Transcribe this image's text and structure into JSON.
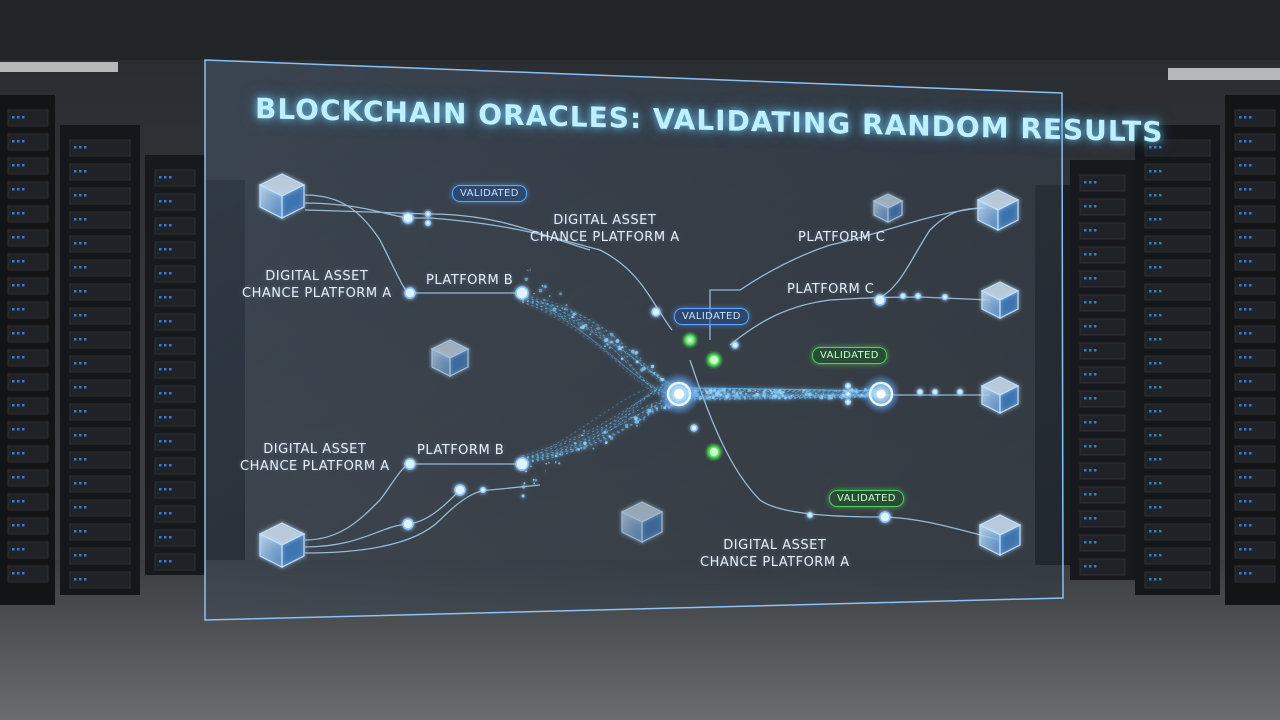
{
  "title": "BLOCKCHAIN ORACLES: VALIDATING RANDOM RESULTS",
  "labels": {
    "top_left": "DIGITAL ASSET\nCHANCE PLATFORM A",
    "platform_b_top": "PLATFORM B",
    "top_center": "DIGITAL ASSET\nCHANCE PLATFORM A",
    "platform_c_top": "PLATFORM C",
    "platform_c_mid": "PLATFORM C",
    "bottom_left": "DIGITAL ASSET\nCHANCE PLATFORM A",
    "platform_b_bottom": "PLATFORM B",
    "bottom_right": "DIGITAL ASSET\nCHANCE PLATFORM A"
  },
  "badges": {
    "validated_top": "VALIDATED",
    "validated_center": "VALIDATED",
    "validated_right": "VALIDATED",
    "validated_bottom": "VALIDATED"
  },
  "colors": {
    "glow_blue": "#6ec3ff",
    "validated_green": "#4fd35a",
    "panel_edge": "#8fc8ff"
  }
}
